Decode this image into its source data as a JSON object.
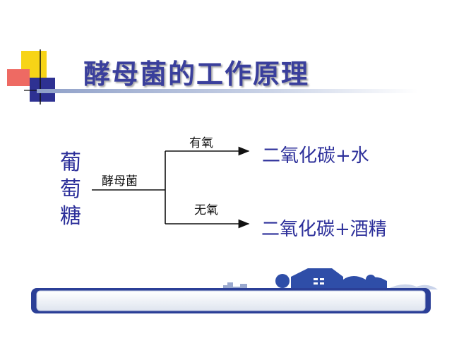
{
  "title": "酵母菌的工作原理",
  "reactant": {
    "chars": [
      "葡",
      "萄",
      "糖"
    ]
  },
  "catalyst_label": "酵母菌",
  "branches": {
    "aerobic": {
      "condition": "有氧",
      "product": "二氧化碳+水"
    },
    "anaerobic": {
      "condition": "无氧",
      "product": "二氧化碳+酒精"
    }
  },
  "colors": {
    "title": "#3a3f9c",
    "accent_text": "#2c2f9a",
    "deco_yellow": "#f7d417",
    "deco_blue": "#2e3192",
    "deco_red": "#e94b47",
    "footer_blue": "#2f4ea8"
  }
}
